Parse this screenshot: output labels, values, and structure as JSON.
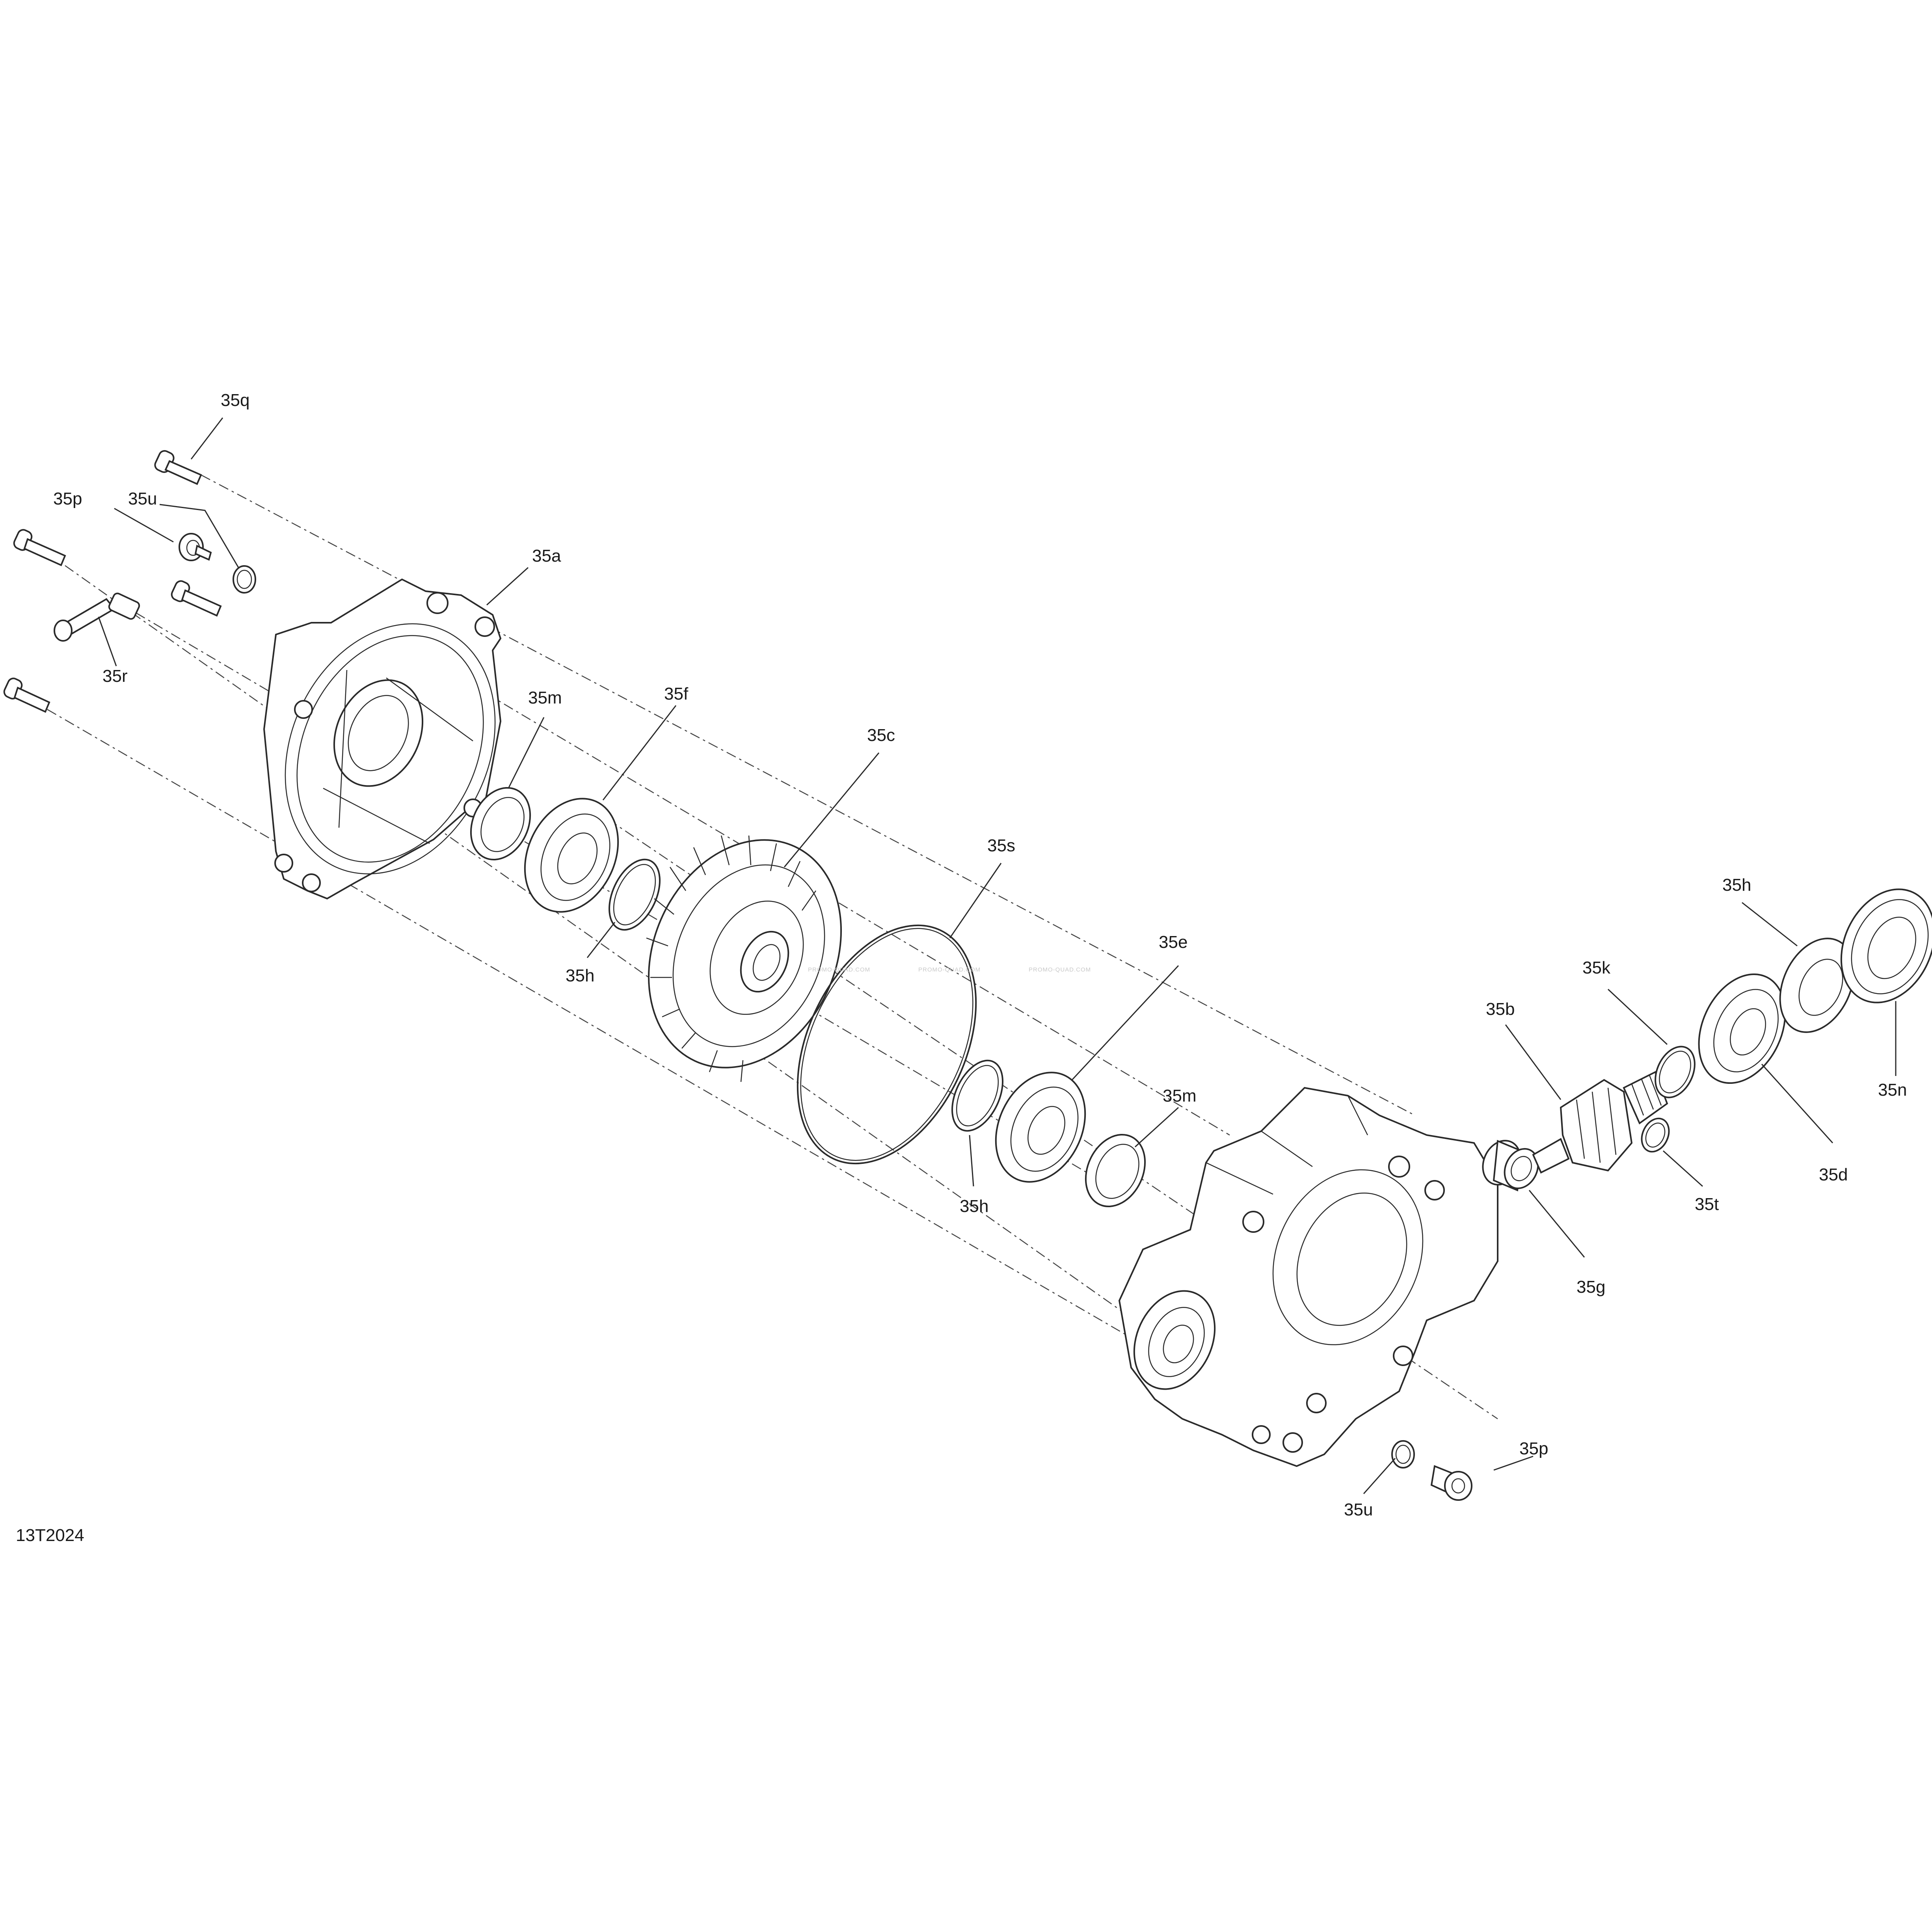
{
  "figure_id": "13T2024",
  "watermark": "PROMO-QUAD.COM",
  "callouts": {
    "q": "35q",
    "p_top": "35p",
    "u_top": "35u",
    "a": "35a",
    "r": "35r",
    "m_left": "35m",
    "f": "35f",
    "c": "35c",
    "s": "35s",
    "h_left": "35h",
    "e": "35e",
    "m_right": "35m",
    "h_mid": "35h",
    "b": "35b",
    "k": "35k",
    "h_right": "35h",
    "n": "35n",
    "d": "35d",
    "t": "35t",
    "g": "35g",
    "p_bottom": "35p",
    "u_bottom": "35u"
  }
}
